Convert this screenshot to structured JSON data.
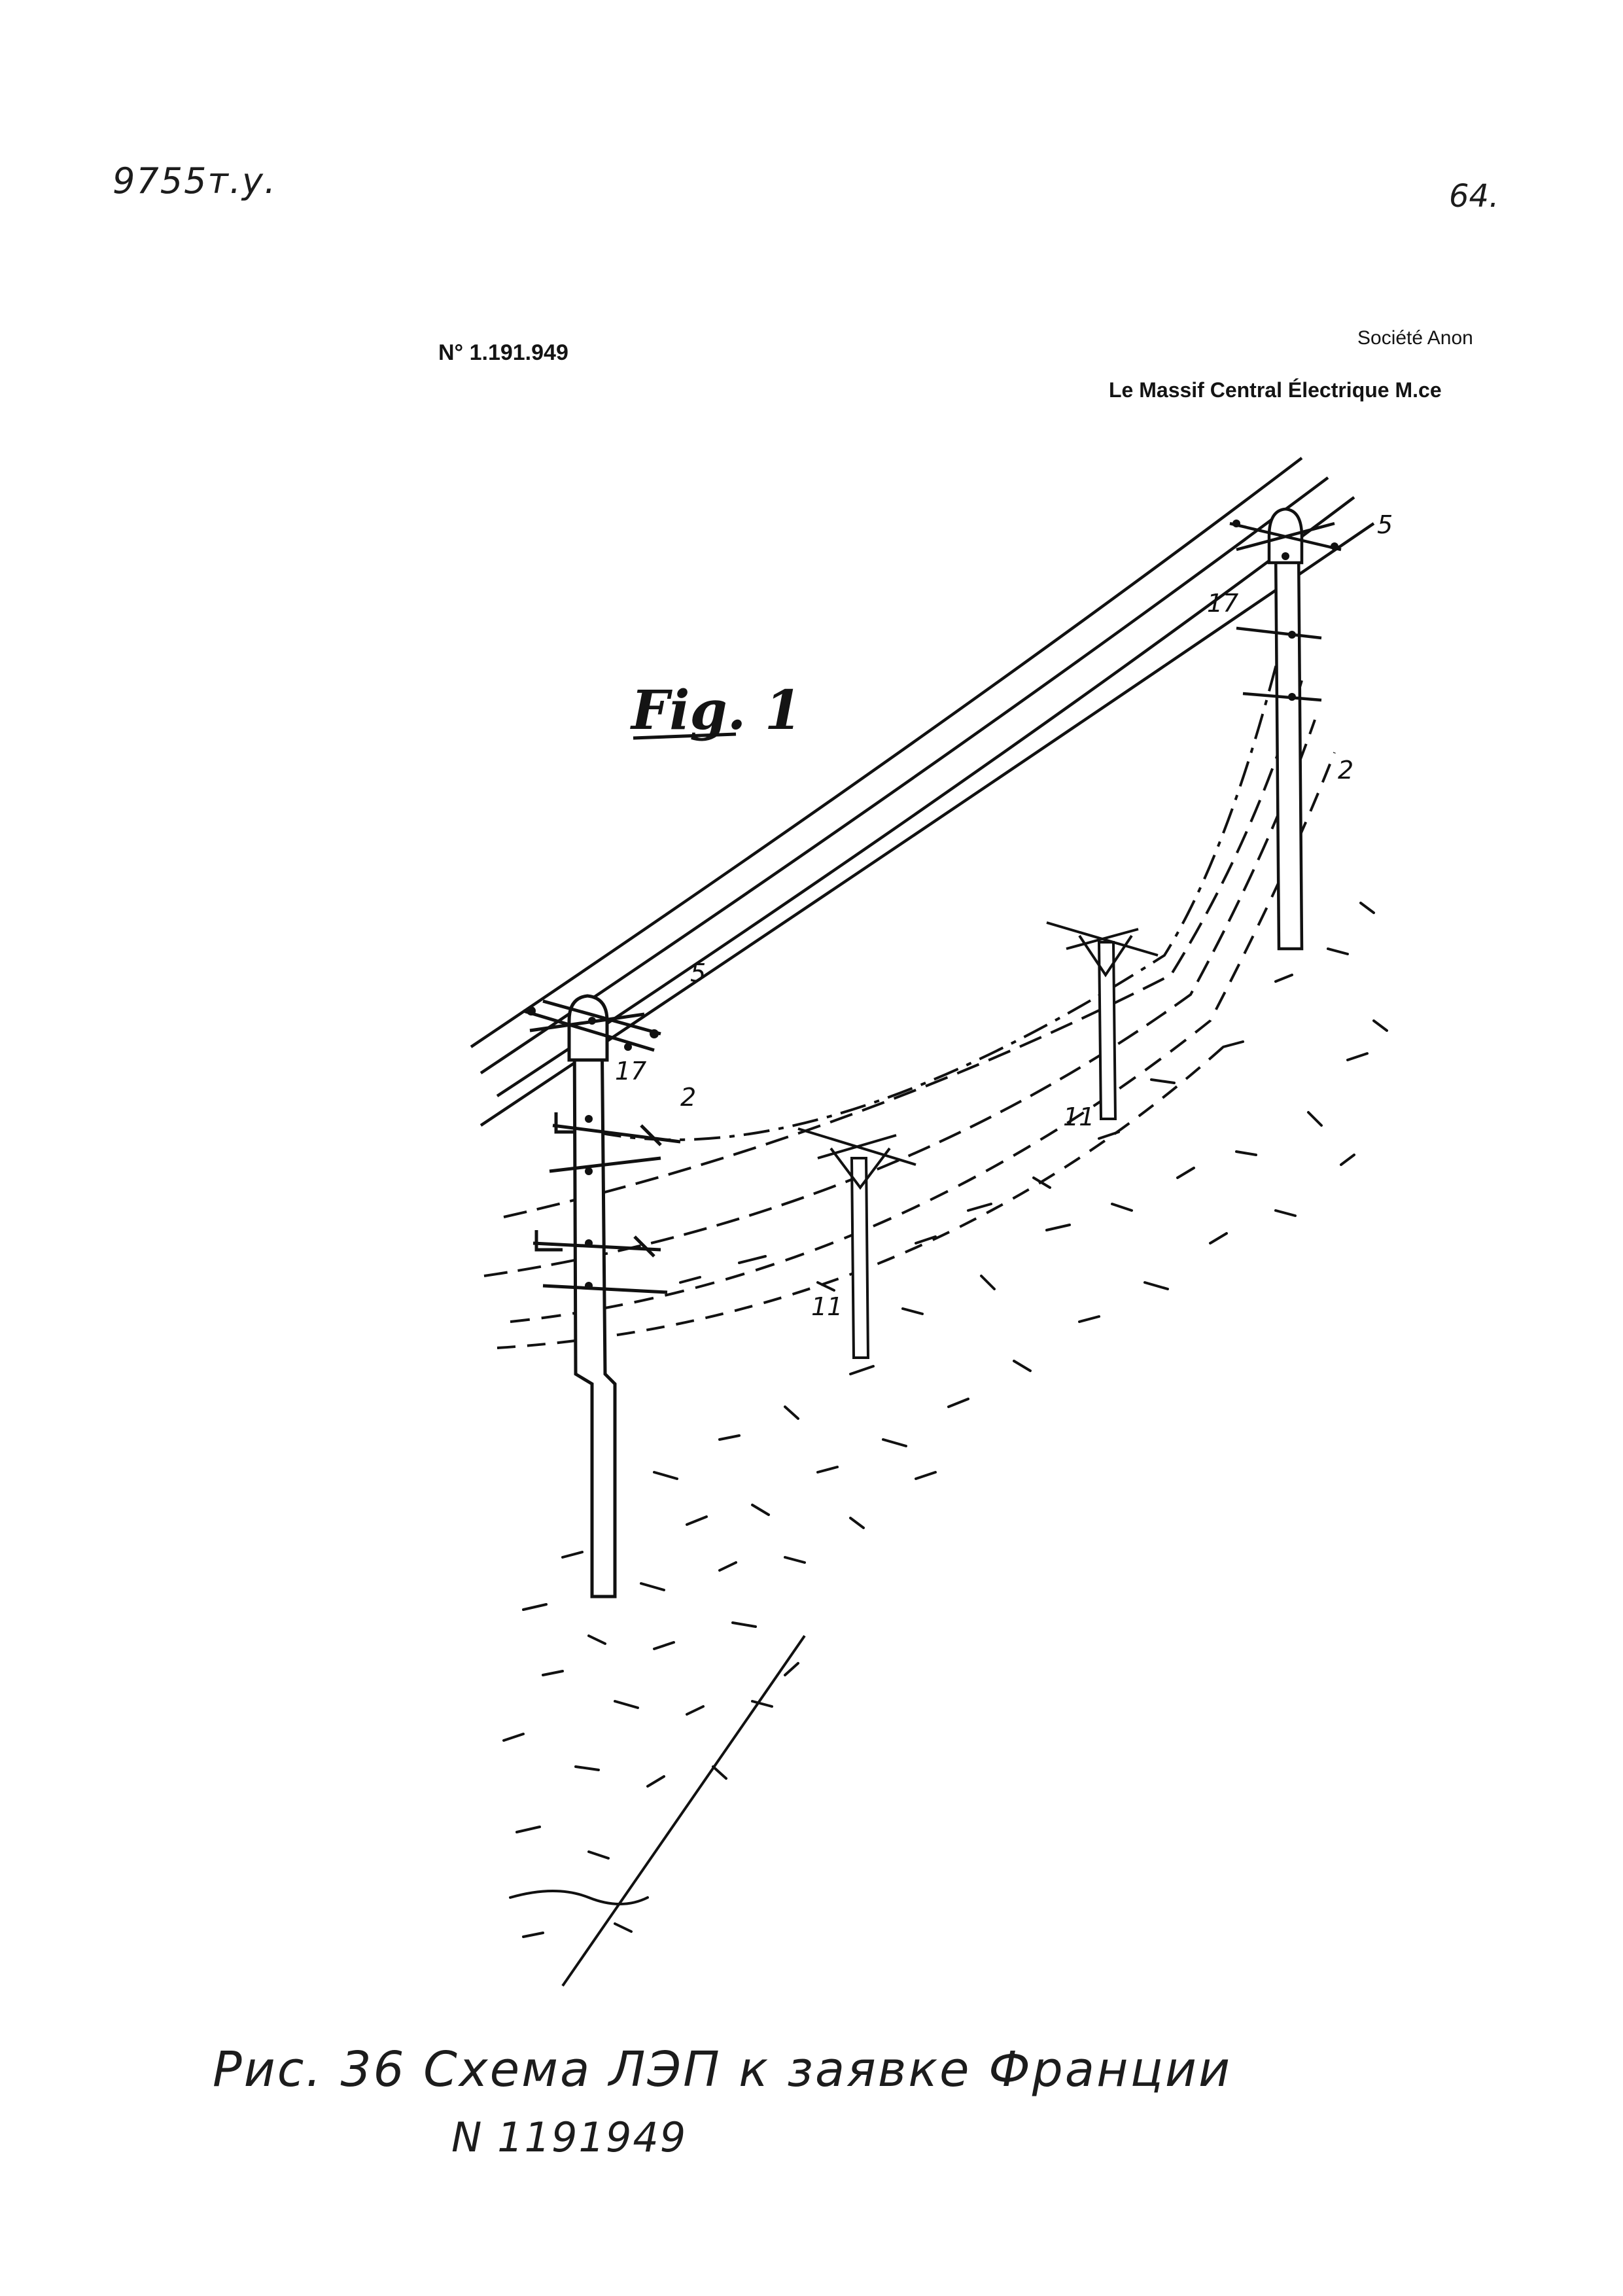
{
  "header": {
    "archive_code": "9755т.у.",
    "page_number": "64."
  },
  "patent": {
    "number": "N° 1.191.949",
    "applicant_line_1": "Société Anon",
    "applicant_line_2": "Le Massif Central Électrique M.ce"
  },
  "figure": {
    "title": "Fig. 1",
    "labels": {
      "l5_top": "5",
      "l17_top": "17",
      "l2_top": "2",
      "l5_front": "5",
      "l17_front": "17",
      "l2_front": "2",
      "l11_mid": "11",
      "l11_front": "11"
    }
  },
  "caption": {
    "line_1": "Рис. 36   Схема ЛЭП к заявке Франции",
    "line_2": "N 1191949"
  },
  "colors": {
    "ink": "#111111",
    "paper": "#ffffff"
  }
}
